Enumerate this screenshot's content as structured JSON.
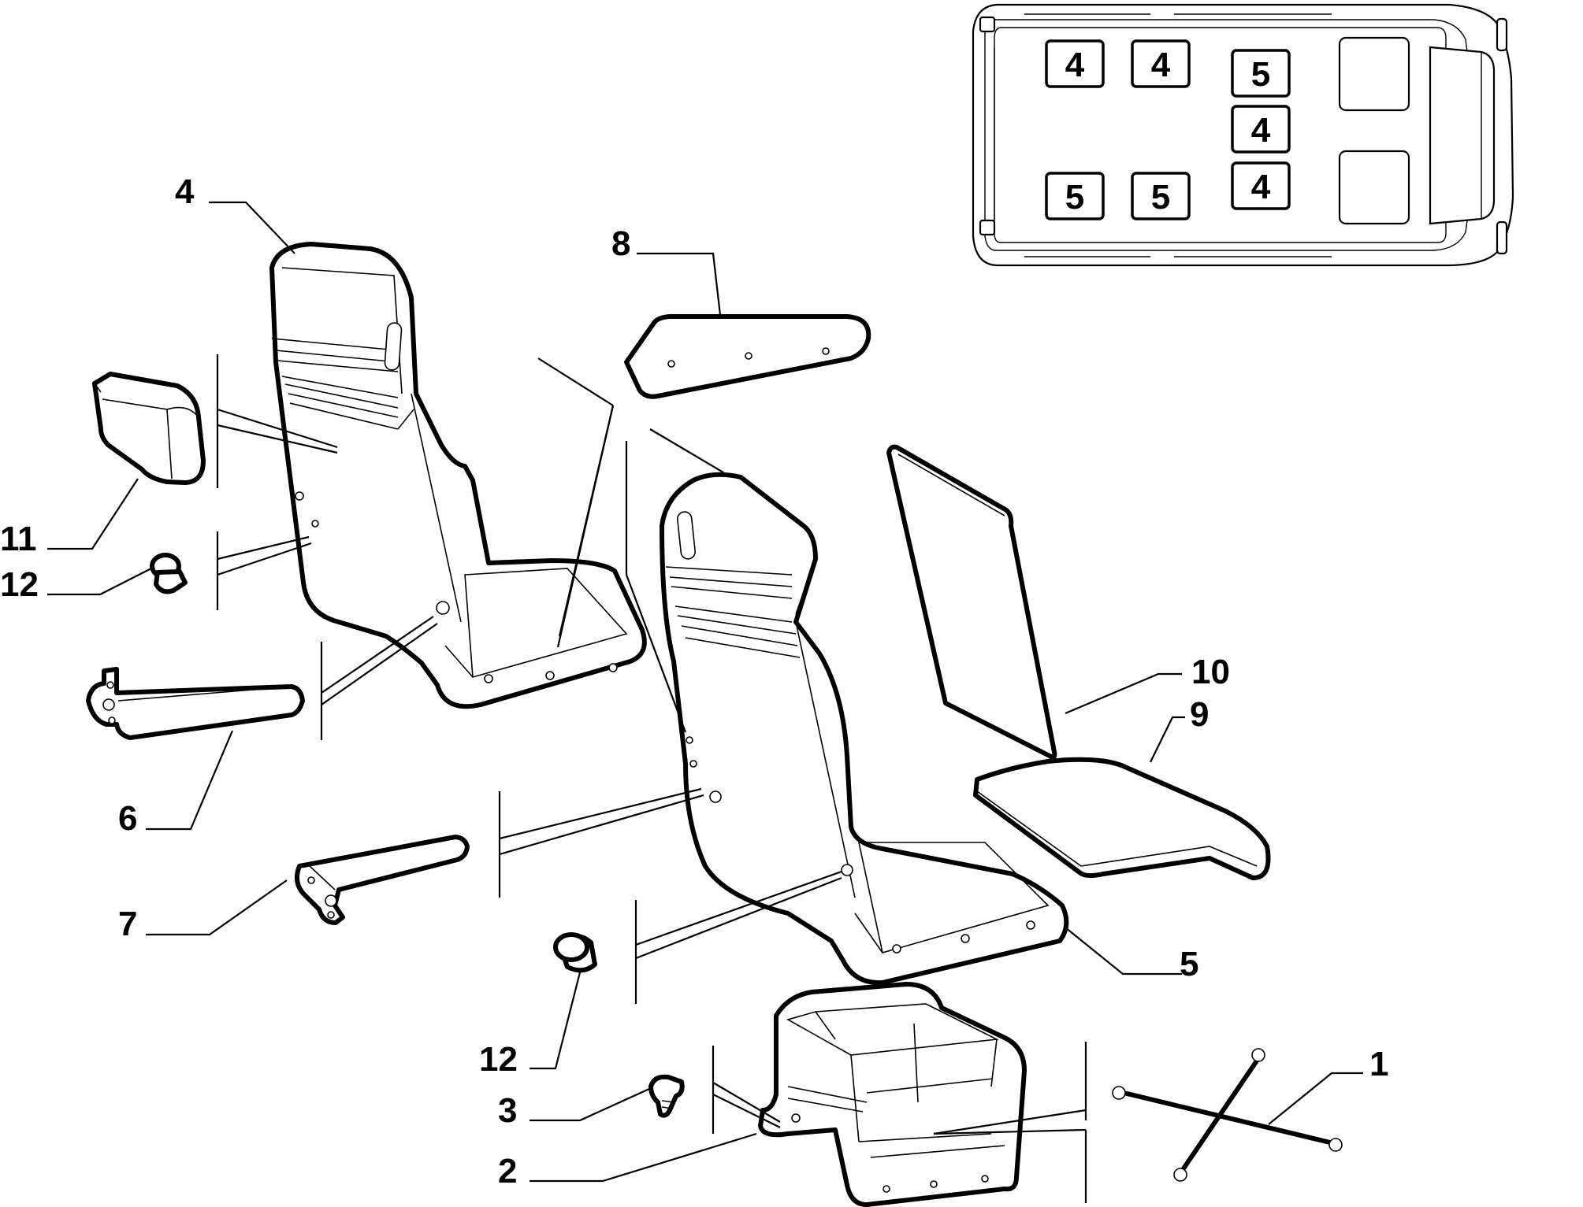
{
  "callouts": {
    "c1": "1",
    "c2": "2",
    "c3": "3",
    "c4": "4",
    "c5": "5",
    "c6": "6",
    "c7": "7",
    "c8": "8",
    "c9": "9",
    "c10": "10",
    "c11": "11",
    "c12a": "12",
    "c12b": "12"
  },
  "van_layout": {
    "seats": [
      "4",
      "4",
      "5",
      "4",
      "5",
      "5",
      "4"
    ]
  }
}
